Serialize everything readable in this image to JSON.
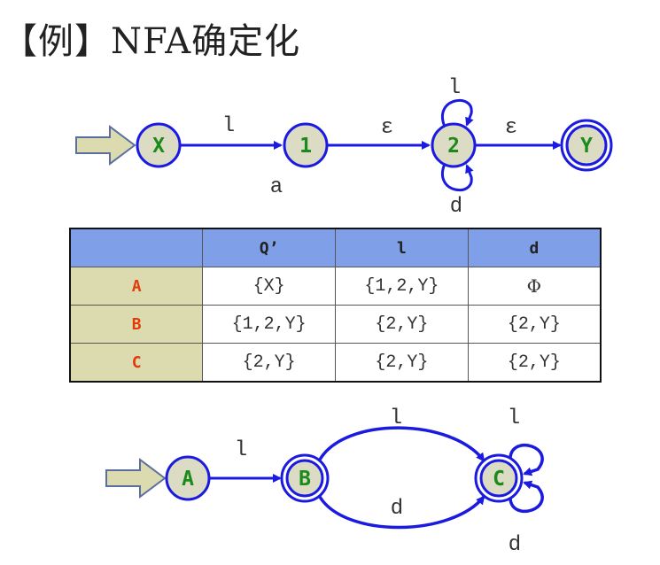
{
  "title": "【例】NFA确定化",
  "nfa": {
    "nodes": {
      "x": "X",
      "one": "1",
      "two": "2",
      "y": "Y"
    },
    "edges": {
      "x_to_1": "l",
      "x_to_1_alt": "a",
      "one_to_2": "ε",
      "two_loop_top": "l",
      "two_loop_bottom": "d",
      "two_to_y": "ε"
    }
  },
  "table": {
    "headers": [
      "",
      "Q’",
      "l",
      "d"
    ],
    "rows": [
      {
        "name": "A",
        "q": "{X}",
        "l": "{1,2,Y}",
        "d": "Φ"
      },
      {
        "name": "B",
        "q": "{1,2,Y}",
        "l": "{2,Y}",
        "d": "{2,Y}"
      },
      {
        "name": "C",
        "q": "{2,Y}",
        "l": "{2,Y}",
        "d": "{2,Y}"
      }
    ]
  },
  "dfa": {
    "nodes": {
      "a": "A",
      "b": "B",
      "c": "C"
    },
    "edges": {
      "a_to_b": "l",
      "b_to_c_top": "l",
      "b_to_c_bottom": "d",
      "c_loop_top": "l",
      "c_loop_bottom": "d"
    }
  },
  "colors": {
    "edge": "#1a1ae0",
    "node_fill": "#dcdbc3",
    "node_stroke": "#1a1ae0",
    "node_text": "#1a8a1a",
    "header_bg": "#7f9fe8",
    "row_header_bg": "#dcdbaf",
    "row_header_text": "#e23a0a"
  }
}
